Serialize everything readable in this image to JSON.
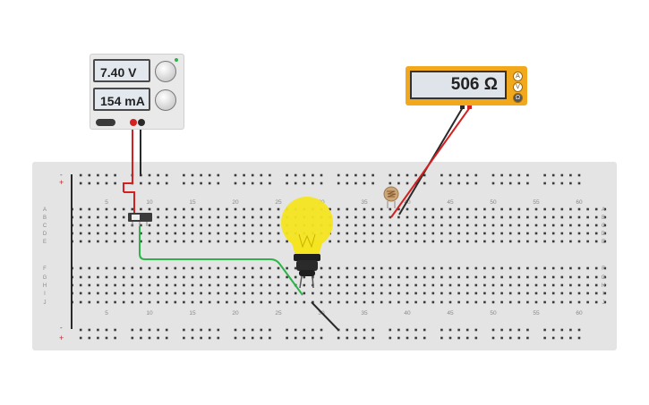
{
  "power_supply": {
    "voltage_readout": "7.40 V",
    "current_readout": "154 mA"
  },
  "multimeter": {
    "readout": "506 Ω",
    "modes": [
      "A",
      "V",
      "Ω"
    ]
  },
  "breadboard": {
    "column_numbers": [
      "5",
      "10",
      "15",
      "20",
      "25",
      "30",
      "35",
      "40",
      "45",
      "50",
      "55",
      "60"
    ],
    "upper_row_letters": [
      "A",
      "B",
      "C",
      "D",
      "E"
    ],
    "lower_row_letters": [
      "F",
      "G",
      "H",
      "I",
      "J"
    ],
    "rail_plus": "+",
    "rail_minus": "-"
  },
  "components": {
    "bulb_color": "#f4e520",
    "photoresistor_color": "#c9a57a"
  },
  "wires": {
    "positive_color": "#d42020",
    "negative_color": "#2a2a2a",
    "signal_color": "#2db34a"
  }
}
